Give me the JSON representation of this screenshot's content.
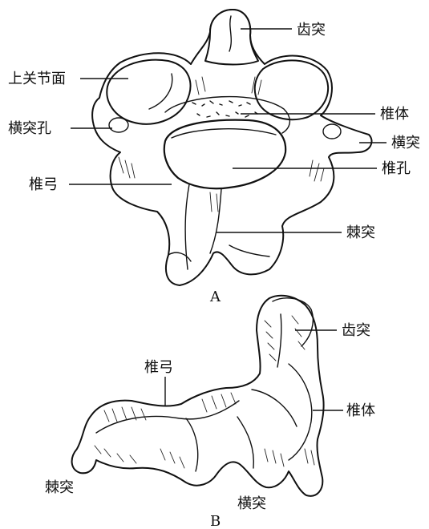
{
  "figure": {
    "view_a": {
      "caption": "A",
      "labels": {
        "dens": "齿突",
        "superior_articular_surface": "上关节面",
        "transverse_foramen": "横突孔",
        "body": "椎体",
        "transverse_process": "横突",
        "vertebral_arch": "椎弓",
        "vertebral_foramen": "椎孔",
        "spinous_process": "棘突"
      }
    },
    "view_b": {
      "caption": "B",
      "labels": {
        "dens": "齿突",
        "vertebral_arch": "椎弓",
        "body": "椎体",
        "spinous_process": "棘突",
        "transverse_process": "横突"
      }
    }
  }
}
